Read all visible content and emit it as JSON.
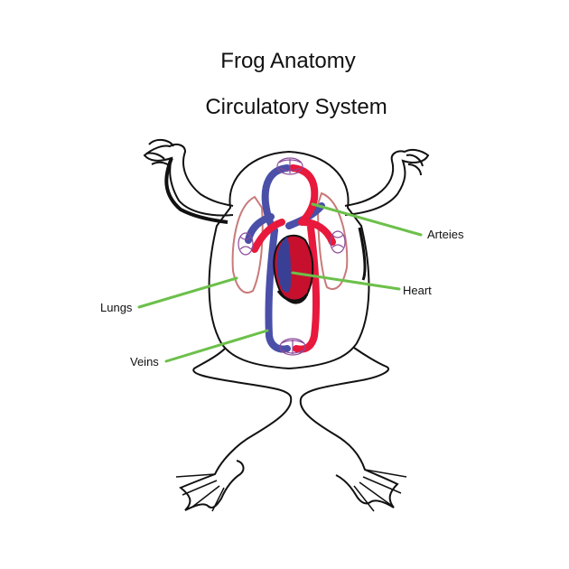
{
  "titles": {
    "main": "Frog Anatomy",
    "sub": "Circulatory System"
  },
  "labels": {
    "arteries": "Arteies",
    "heart": "Heart",
    "lungs": "Lungs",
    "veins": "Veins"
  },
  "colors": {
    "outline": "#111111",
    "artery": "#e8193c",
    "vein": "#4a4fa8",
    "lung": "#c97a7a",
    "leader": "#6cc04a",
    "capillary": "#8a4a9a"
  }
}
